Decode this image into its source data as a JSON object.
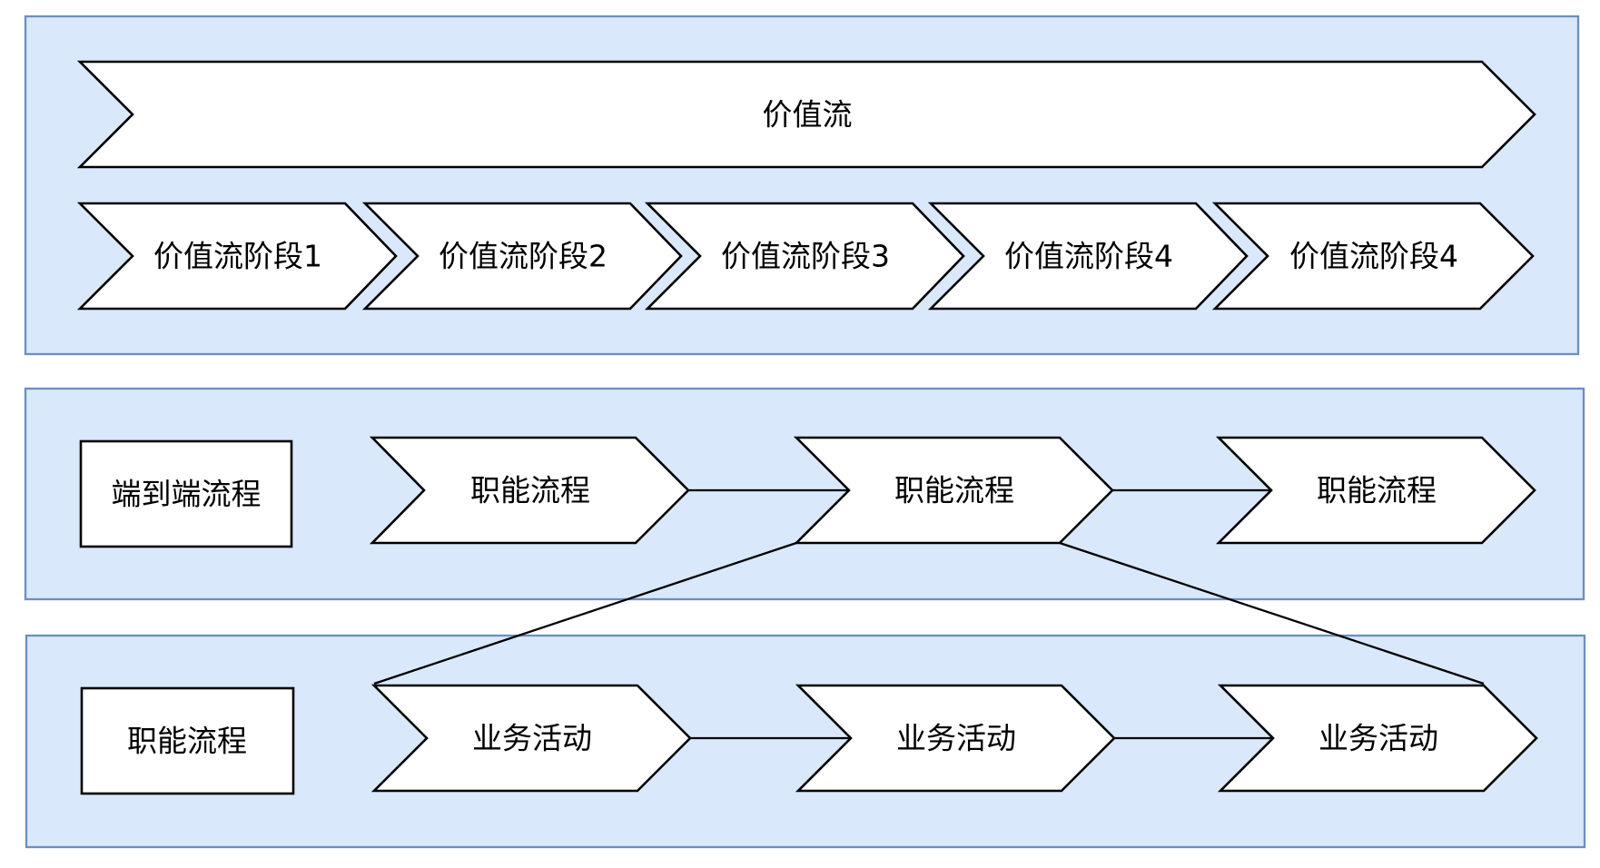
{
  "colors": {
    "band_fill": "#dae8fc",
    "band_stroke": "#6c8ebf",
    "shape_fill": "#ffffff",
    "shape_stroke": "#000000"
  },
  "value_stream": {
    "title": "价值流",
    "stages": [
      "价值流阶段1",
      "价值流阶段2",
      "价值流阶段3",
      "价值流阶段4",
      "价值流阶段4"
    ]
  },
  "end_to_end": {
    "label": "端到端流程",
    "steps": [
      "职能流程",
      "职能流程",
      "职能流程"
    ]
  },
  "functional": {
    "label": "职能流程",
    "activities": [
      "业务活动",
      "业务活动",
      "业务活动"
    ]
  }
}
